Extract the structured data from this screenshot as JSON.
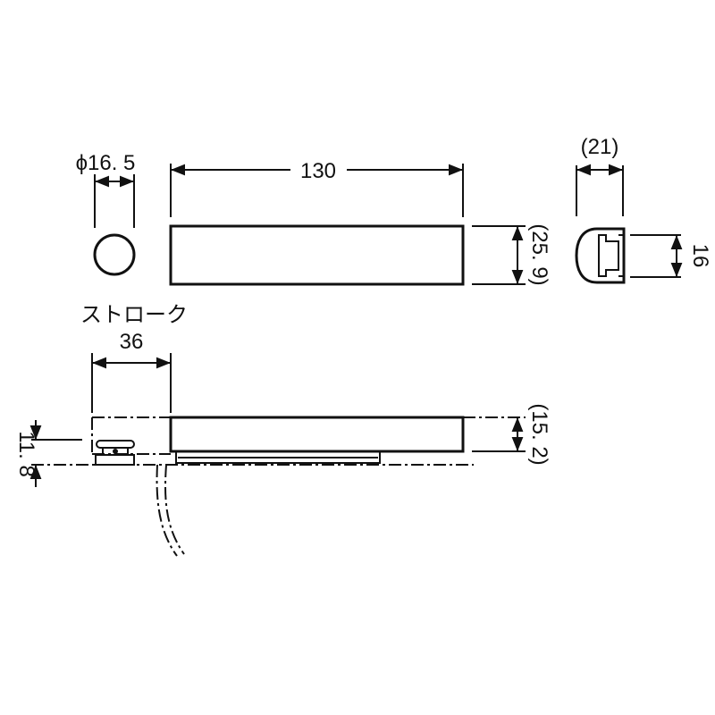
{
  "drawing": {
    "top_view": {
      "diameter_label": "ϕ16. 5",
      "length_label": "130",
      "height_label": "(25. 9)"
    },
    "end_view": {
      "width_label": "(21)",
      "height_label": "16"
    },
    "side_view": {
      "stroke_title": "ストローク",
      "stroke_value": "36",
      "slider_height_label": "11. 8",
      "body_height_label": "(15. 2)"
    }
  }
}
